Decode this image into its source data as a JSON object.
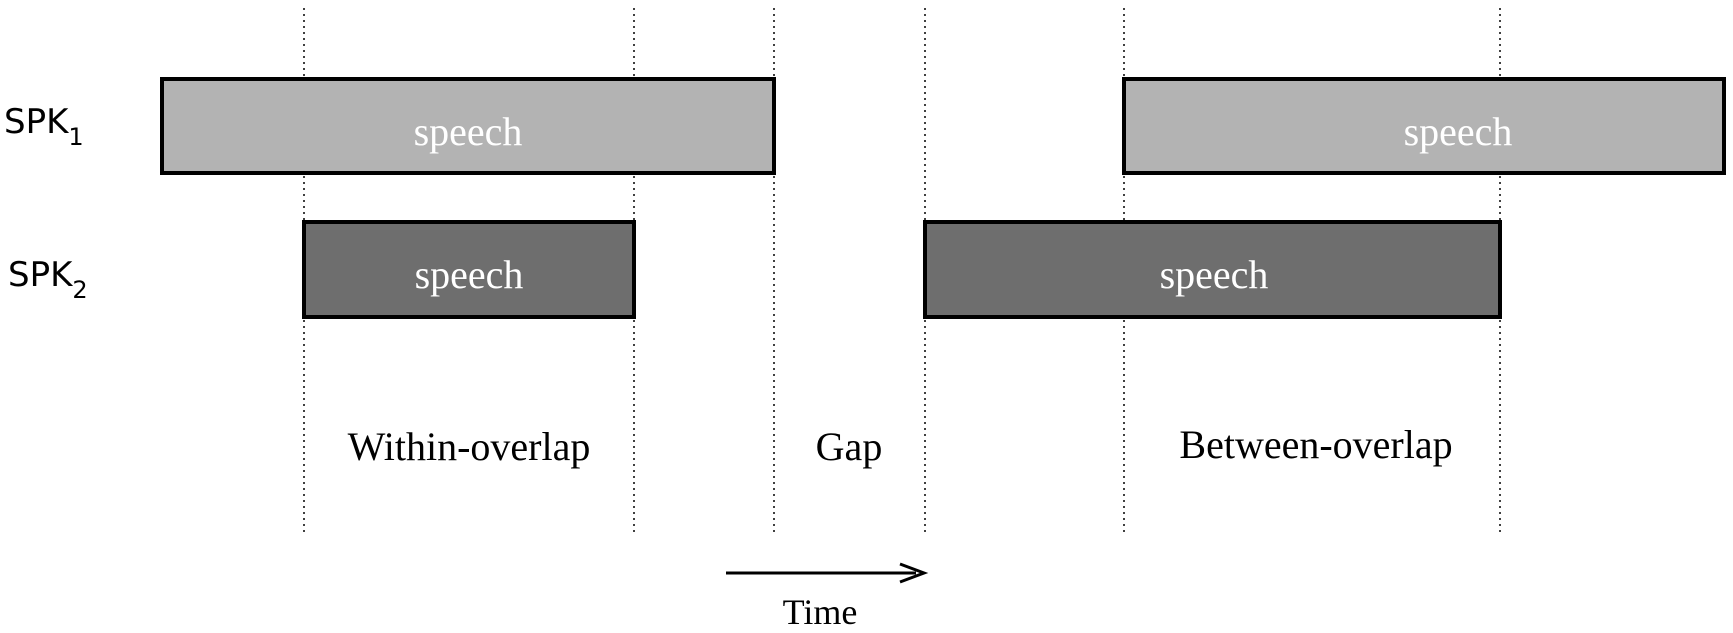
{
  "speakers": [
    {
      "label": "SPK",
      "subscript": "1"
    },
    {
      "label": "SPK",
      "subscript": "2"
    }
  ],
  "segments": {
    "spk1_first": "speech",
    "spk1_second": "speech",
    "spk2_first": "speech",
    "spk2_second": "speech"
  },
  "regions": {
    "within_overlap": "Within-overlap",
    "gap": "Gap",
    "between_overlap": "Between-overlap"
  },
  "axis": {
    "time_label": "Time"
  },
  "colors": {
    "spk1_fill": "#b3b3b3",
    "spk2_fill": "#6e6e6e",
    "segment_stroke": "#000000",
    "segment_text": "#ffffff",
    "guide_line": "#000000"
  }
}
